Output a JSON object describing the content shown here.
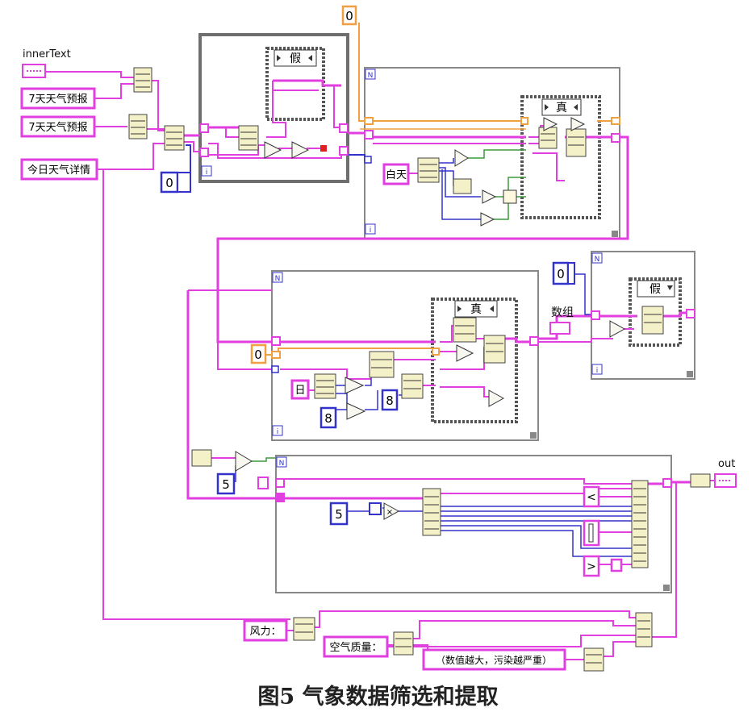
{
  "caption": "图5   气象数据筛选和提取",
  "labels": {
    "inner_text": "innerText",
    "out": "out",
    "forecast_7day_a": "7天天气预报",
    "forecast_7day_b": "7天天气预报",
    "today_detail": "今日天气详情",
    "daytime": "白天",
    "day": "日",
    "array": "数组",
    "wind": "风力：",
    "air_quality": "空气质量：",
    "pollution_note": "（数值越大，污染越严重）"
  },
  "constants": {
    "zero_top": "0",
    "zero_left": "0",
    "zero_mid": "0",
    "zero_right": "0",
    "eight_a": "8",
    "eight_b": "8",
    "five_a": "5",
    "five_b": "5"
  },
  "case_selectors": {
    "false_1": "假",
    "true_1": "真",
    "true_2": "真",
    "false_2": "假"
  },
  "loop_terminals": {
    "n": "N",
    "i": "i"
  },
  "compare_glyphs": {
    "less": "<",
    "greater": ">",
    "multiply": "×"
  },
  "colors": {
    "pink_wire": "#e23fe0",
    "orange_wire": "#f0a040",
    "blue_wire": "#3333cc",
    "green_wire": "#3c9a3c",
    "frame_gray": "#6e6e6e",
    "node_fill": "#f4f0c8"
  }
}
